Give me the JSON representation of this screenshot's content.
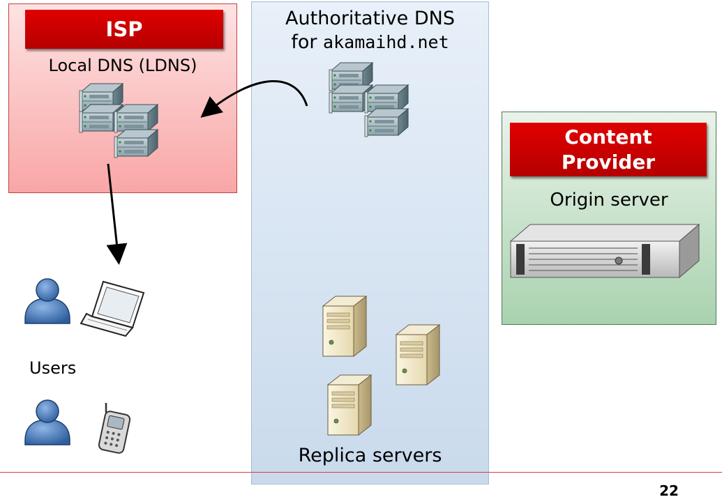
{
  "isp": {
    "banner": "ISP",
    "ldns_label": "Local DNS (LDNS)"
  },
  "authoritative": {
    "title_line1": "Authoritative DNS",
    "title_for": "for",
    "domain": "akamaihd.net",
    "replica_label": "Replica servers"
  },
  "content_provider": {
    "banner_line1": "Content",
    "banner_line2": "Provider",
    "origin_label": "Origin server"
  },
  "users": {
    "label": "Users"
  },
  "slide": {
    "page_number": "22"
  },
  "colors": {
    "banner_red": "#c80000",
    "isp_pink": "#f9a6a6",
    "auth_blue": "#c9daec",
    "cp_green": "#a9d2ae",
    "person_blue": "#4a7dc0"
  }
}
